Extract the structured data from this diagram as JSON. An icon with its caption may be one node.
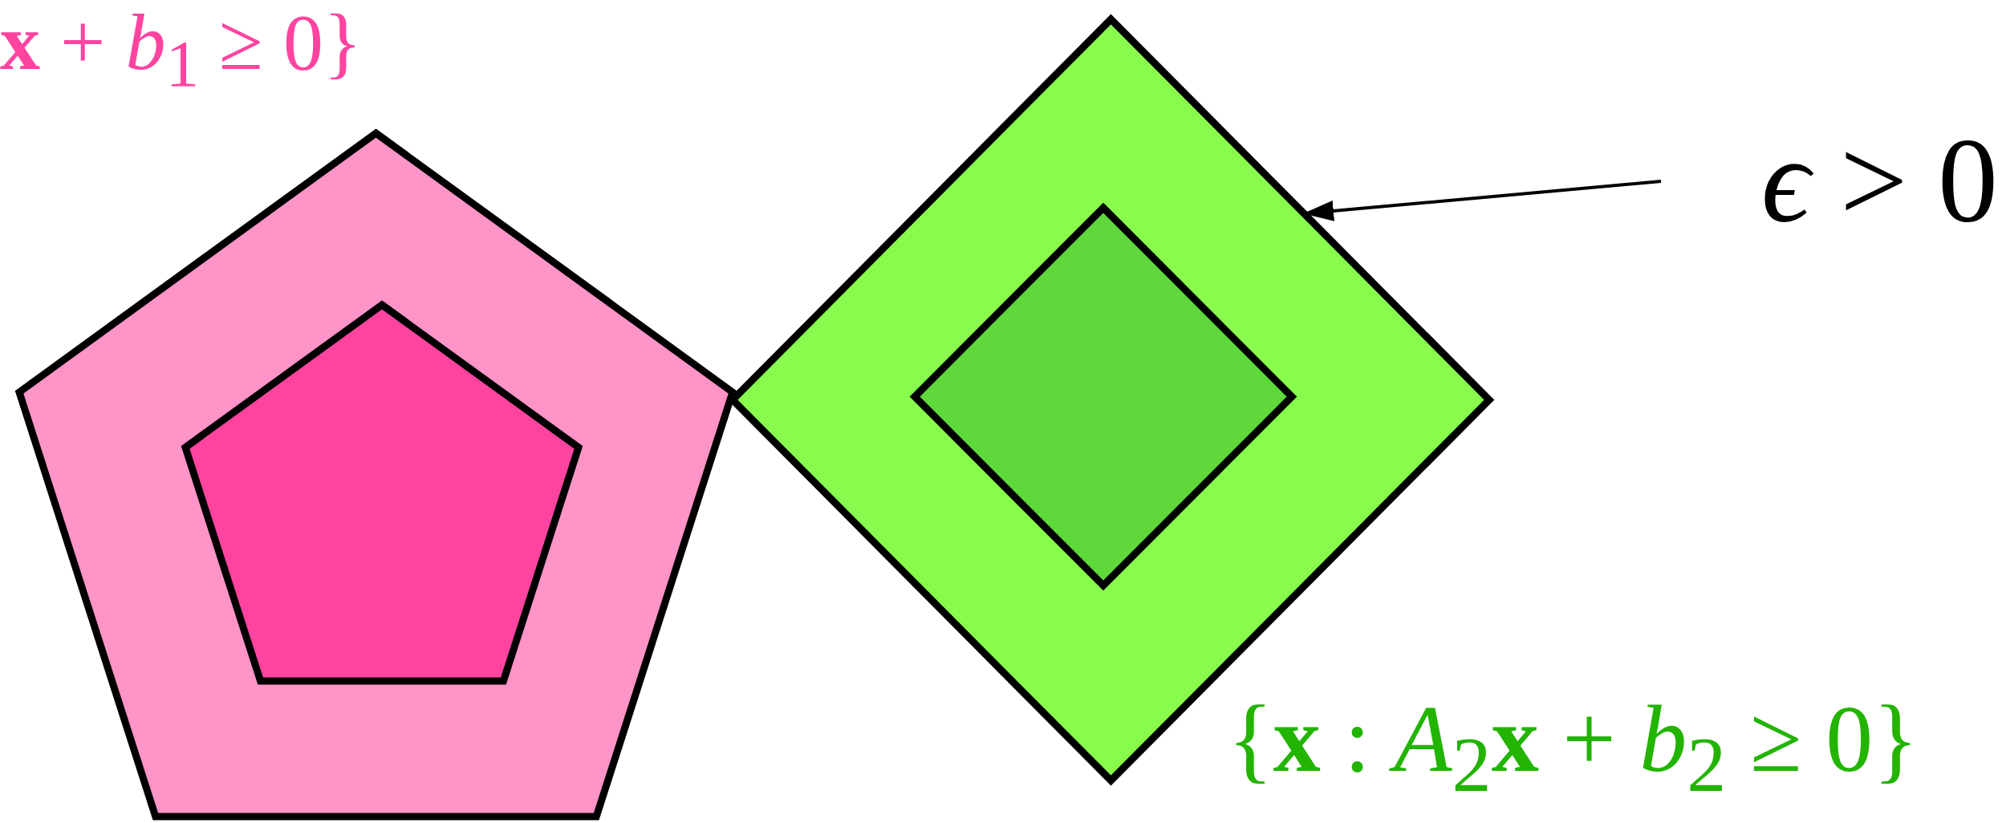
{
  "diagram": {
    "nodes": [
      {
        "text": [],
        "shape": "pentagon",
        "beside": [
          "**x** + *b*$_{1}$ ≥ 0}"
        ]
      },
      {
        "text": [],
        "shape": "pentagon",
        "in": 0
      },
      {
        "text": [],
        "shape": "diamond",
        "beside": [
          "{**x** : *A*$_{2}$**x** + *b*$_{2}$ ≥ 0}"
        ]
      },
      {
        "text": [],
        "shape": "diamond",
        "in": 2
      },
      {
        "text": [
          "*ϵ* > 0"
        ]
      }
    ],
    "edges": [
      {
        "from": 4,
        "to": 2,
        "arrow": "to"
      }
    ]
  }
}
